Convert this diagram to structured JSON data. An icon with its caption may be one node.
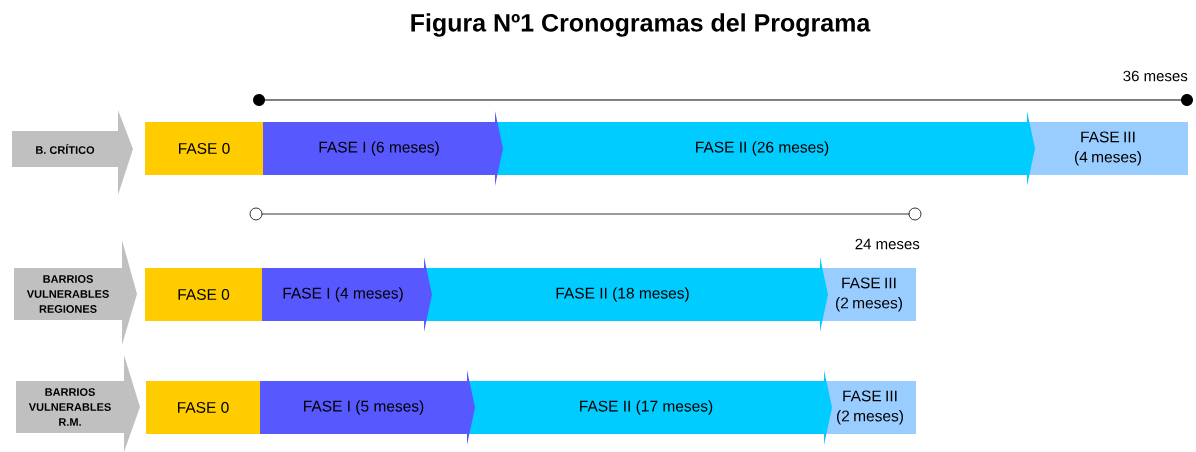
{
  "diagram": {
    "title": "Figura Nº1 Cronogramas del Programa",
    "nodes": [
      {
        "text": [
          "B. CRÍTICO"
        ]
      },
      {
        "text": [
          "FASE 0"
        ]
      },
      {
        "text": [
          "FASE I (6 meses)"
        ]
      },
      {
        "text": [
          "FASE II (26 meses)"
        ]
      },
      {
        "text": [
          "FASE III (4 meses)"
        ]
      },
      {
        "text": [
          "BARRIOS VULNERABLES REGIONES"
        ]
      },
      {
        "text": [
          "FASE 0"
        ]
      },
      {
        "text": [
          "FASE I (4 meses)"
        ]
      },
      {
        "text": [
          "FASE II (18 meses)"
        ]
      },
      {
        "text": [
          "FASE III (2 meses)"
        ]
      },
      {
        "text": [
          "BARRIOS VULNERABLES R.M."
        ]
      },
      {
        "text": [
          "FASE 0"
        ]
      },
      {
        "text": [
          "FASE I (5 meses)"
        ]
      },
      {
        "text": [
          "FASE II (17 meses)"
        ]
      },
      {
        "text": [
          "FASE III (2 meses)"
        ]
      }
    ],
    "labels": [
      "36 meses",
      "24 meses"
    ]
  }
}
